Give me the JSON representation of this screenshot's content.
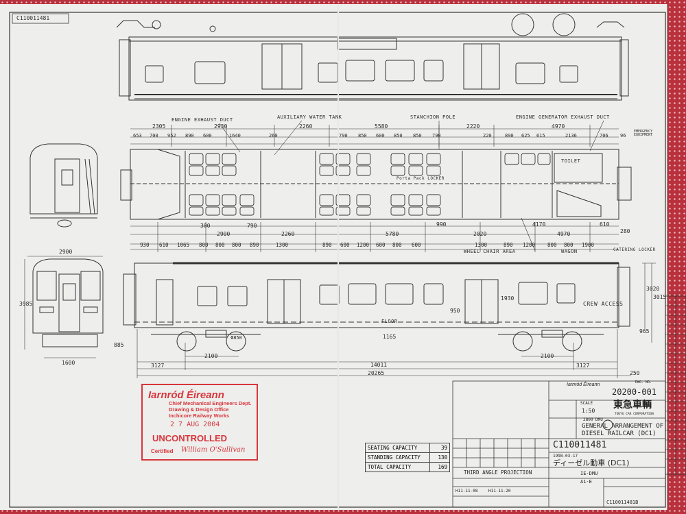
{
  "drawing": {
    "number_top_left": "C110011481",
    "number": "20200-001",
    "title_line1": "GENERAL ARRANGEMENT OF",
    "title_line2": "DIESEL RAILCAR (DC1)",
    "japanese_title": "ディーゼル動車 (DC1)",
    "company": "東急車輌",
    "company_en": "TOKYU CAR CORPORATION",
    "client": "Iarnród Éireann",
    "scale_label": "SCALE",
    "scale": "1:50",
    "model": "2800 DMU",
    "doc_no": "C110011481",
    "bottom_doc_no": "C110011481B",
    "projection": "THIRD ANGLE PROJECTION",
    "date": "1998-03-17",
    "rev_dates": [
      "H11-11-08",
      "H11-11-20"
    ],
    "rev_code": "IE-DMU",
    "rev_sub": "A1-E",
    "drawing_no_label": "DWG. NO."
  },
  "capacity": [
    {
      "label": "SEATING CAPACITY",
      "value": "39"
    },
    {
      "label": "STANDING CAPACITY",
      "value": "130"
    },
    {
      "label": "TOTAL CAPACITY",
      "value": "169"
    }
  ],
  "labels": {
    "engine_exhaust_duct": "ENGINE EXHAUST DUCT",
    "aux_water_tank": "AUXILIARY WATER TANK",
    "stanchion_pole": "STANCHION POLE",
    "engine_gen_exhaust": "ENGINE GENERATOR EXHAUST DUCT",
    "emergency_equipment": "EMERGENCY EQUIPMENT",
    "toilet": "TOILET",
    "locker": "Porta Pack LOCKER",
    "wheel_chair_area": "WHEEL CHAIR AREA",
    "wagon": "WAGON",
    "catering_locker": "CATERING LOCKER",
    "crew_access": "CREW ACCESS",
    "floor": "FLOOR"
  },
  "dims_plan_top": [
    "2305",
    "2930",
    "2260",
    "5580",
    "2220",
    "4970"
  ],
  "dims_plan_top2": [
    "653",
    "700",
    "952",
    "890",
    "600",
    "1640",
    "260",
    "790",
    "850",
    "600",
    "850",
    "850",
    "790",
    "220",
    "890",
    "625",
    "615",
    "2136",
    "706",
    "96"
  ],
  "dims_plan_bottom": [
    "930",
    "610",
    "1065",
    "800",
    "800",
    "800",
    "890",
    "1300",
    "890",
    "600",
    "1200",
    "600",
    "800",
    "600",
    "1300",
    "890",
    "1200",
    "800",
    "800",
    "1900"
  ],
  "dims_plan_inner": [
    "300",
    "790",
    "2900",
    "2260",
    "5780",
    "990",
    "2020",
    "4170",
    "4970",
    "610",
    "280"
  ],
  "dims_side": {
    "overall": "20265",
    "bogie_centres": "14011",
    "end_left": "3127",
    "end_right": "3127",
    "wheelbase_left": "2100",
    "wheelbase_right": "2100",
    "right_end": "250",
    "left_end": "885",
    "height": "3020",
    "height2": "3015",
    "step": "965",
    "floor_h": "1165",
    "door_h": "1930",
    "door_w": "950",
    "wheel_dia": "Φ850"
  },
  "dims_end": {
    "width": "2900",
    "height": "3985",
    "bogie": "1600"
  },
  "stamp": {
    "logo": "Iarnród Éireann",
    "line1": "Chief Mechanical Engineers Dept.",
    "line2": "Drawing & Design Office",
    "line3": "Inchicore Railway Works",
    "date": "2 7 AUG 2004",
    "status": "UNCONTROLLED",
    "certified": "Certified",
    "signature": "William O'Sullivan"
  },
  "colors": {
    "stamp_red": "#d8363c",
    "paper": "#eeeeec",
    "ink": "#2a2a2a"
  }
}
